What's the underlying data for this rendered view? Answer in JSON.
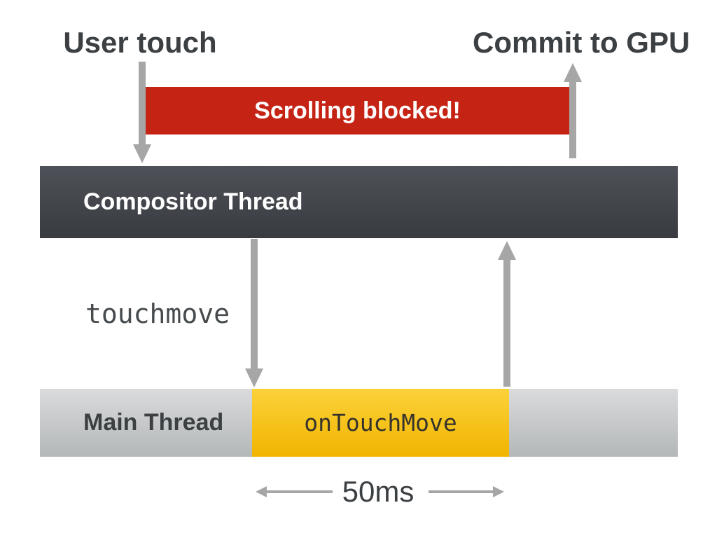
{
  "diagram": {
    "user_touch_label": "User touch",
    "commit_label": "Commit to GPU",
    "banner_text": "Scrolling blocked!",
    "compositor_label": "Compositor Thread",
    "event_label": "touchmove",
    "main_thread_label": "Main Thread",
    "handler_label": "onTouchMove",
    "duration_label": "50ms"
  },
  "colors": {
    "text_dark": "#3c4043",
    "banner_red": "#c52314",
    "arrow_gray": "#a6a6a6",
    "compositor_top": "#4e5258",
    "compositor_bottom": "#383b40",
    "main_top": "#d9dbdc",
    "main_bottom": "#b4b7b8",
    "busy_top": "#fcd23a",
    "busy_bottom": "#f1b400"
  }
}
